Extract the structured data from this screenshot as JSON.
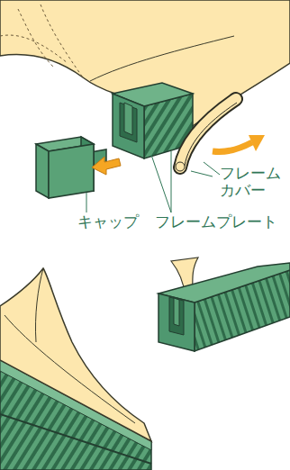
{
  "diagram": {
    "labels": [
      "フレーム カバー",
      "キャップ",
      "フレームプレート"
    ]
  }
}
